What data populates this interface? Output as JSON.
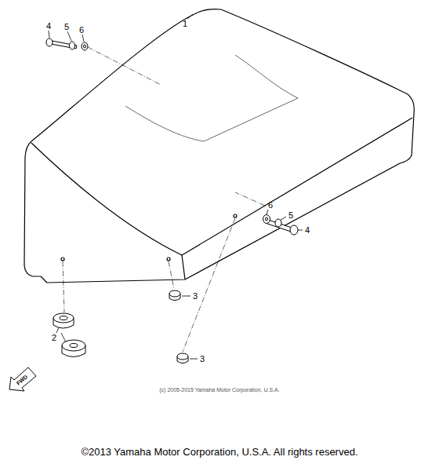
{
  "diagram": {
    "caption": "©2013 Yamaha Motor Corporation, U.S.A. All rights reserved.",
    "labels": [
      "1",
      "4",
      "5",
      "6",
      "6",
      "5",
      "4",
      "2",
      "3",
      "3",
      "FWD",
      "(c) 2005-2015 Yamaha Motor Corporation, U.S.A."
    ]
  }
}
